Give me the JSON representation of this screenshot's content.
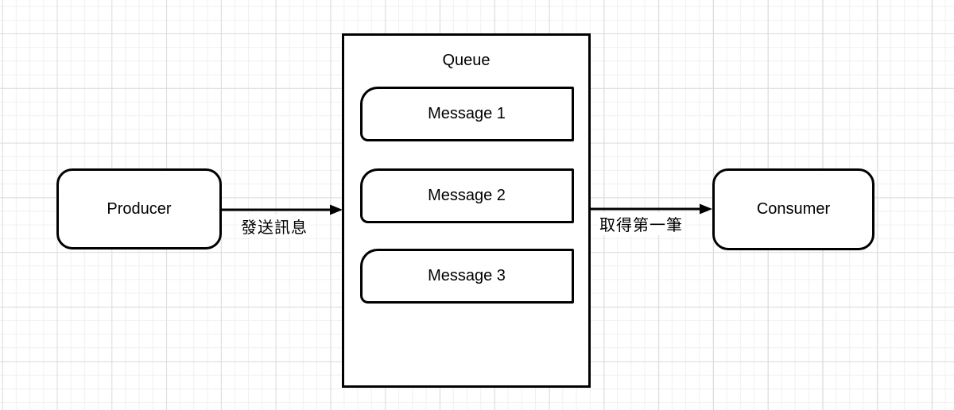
{
  "diagram": {
    "producer": {
      "label": "Producer"
    },
    "consumer": {
      "label": "Consumer"
    },
    "queue": {
      "title": "Queue",
      "messages": [
        {
          "label": "Message 1"
        },
        {
          "label": "Message 2"
        },
        {
          "label": "Message 3"
        }
      ]
    },
    "edges": {
      "send": {
        "label": "發送訊息"
      },
      "consume": {
        "label": "取得第一筆"
      }
    },
    "colors": {
      "stroke": "#000000",
      "shape_fill": "#ffffff",
      "canvas_bg": "#ffffff",
      "grid_minor": "#f0f0f0",
      "grid_major": "#dcdcdc"
    }
  }
}
